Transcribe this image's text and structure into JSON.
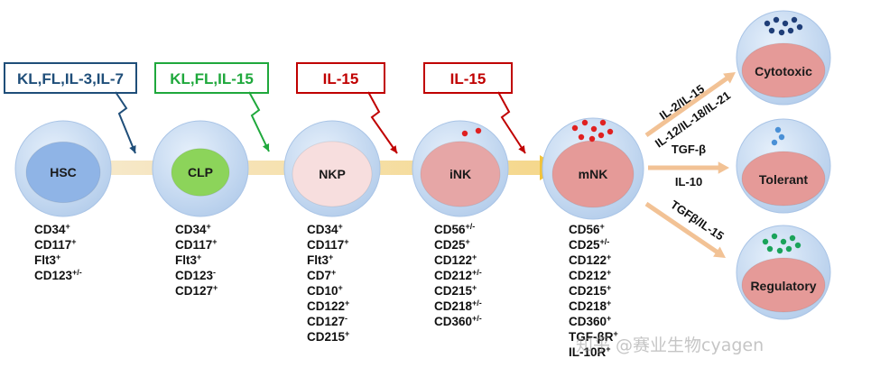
{
  "cytokine_boxes": [
    {
      "text": "KL,FL,IL-3,IL-7",
      "color": "#1f4e79"
    },
    {
      "text": "KL,FL,IL-15",
      "color": "#1fa83c"
    },
    {
      "text": "IL-15",
      "color": "#c00000"
    },
    {
      "text": "IL-15",
      "color": "#c00000"
    }
  ],
  "cells": [
    {
      "name": "HSC",
      "nucleus_color": "#8fb4e6"
    },
    {
      "name": "CLP",
      "nucleus_color": "#8cd45a"
    },
    {
      "name": "NKP",
      "nucleus_color": "#f7dede"
    },
    {
      "name": "iNK",
      "nucleus_color": "#e6a6a6"
    },
    {
      "name": "mNK",
      "nucleus_color": "#e59a98"
    }
  ],
  "markers": [
    [
      {
        "m": "CD34",
        "s": "+"
      },
      {
        "m": "CD117",
        "s": "+"
      },
      {
        "m": "Flt3",
        "s": "+"
      },
      {
        "m": "CD123",
        "s": "+/-"
      }
    ],
    [
      {
        "m": "CD34",
        "s": "+"
      },
      {
        "m": "CD117",
        "s": "+"
      },
      {
        "m": "Flt3",
        "s": "+"
      },
      {
        "m": "CD123",
        "s": "-"
      },
      {
        "m": "CD127",
        "s": "+"
      }
    ],
    [
      {
        "m": "CD34",
        "s": "+"
      },
      {
        "m": "CD117",
        "s": "+"
      },
      {
        "m": "Flt3",
        "s": "+"
      },
      {
        "m": "CD7",
        "s": "+"
      },
      {
        "m": "CD10",
        "s": "+"
      },
      {
        "m": "CD122",
        "s": "+"
      },
      {
        "m": "CD127",
        "s": "-"
      },
      {
        "m": "CD215",
        "s": "+"
      }
    ],
    [
      {
        "m": "CD56",
        "s": "+/-"
      },
      {
        "m": "CD25",
        "s": "+"
      },
      {
        "m": "CD122",
        "s": "+"
      },
      {
        "m": "CD212",
        "s": "+/-"
      },
      {
        "m": "CD215",
        "s": "+"
      },
      {
        "m": "CD218",
        "s": "+/-"
      },
      {
        "m": "CD360",
        "s": "+/-"
      }
    ],
    [
      {
        "m": "CD56",
        "s": "+"
      },
      {
        "m": "CD25",
        "s": "+/-"
      },
      {
        "m": "CD122",
        "s": "+"
      },
      {
        "m": "CD212",
        "s": "+"
      },
      {
        "m": "CD215",
        "s": "+"
      },
      {
        "m": "CD218",
        "s": "+"
      },
      {
        "m": "CD360",
        "s": "+"
      },
      {
        "m": "TGF-βR",
        "s": "+"
      },
      {
        "m": "IL-10R",
        "s": "+"
      }
    ]
  ],
  "arrows": [
    {
      "lines": [
        "IL-2/IL-15",
        "IL-12/IL-18/IL-21"
      ]
    },
    {
      "lines": [
        "TGF-β",
        "IL-10"
      ]
    },
    {
      "lines": [
        "TGFβ/IL-15"
      ]
    }
  ],
  "states": [
    {
      "name": "Cytotoxic",
      "granule_color": "#1f3e78"
    },
    {
      "name": "Tolerant",
      "granule_color": "#4a90d6"
    },
    {
      "name": "Regulatory",
      "granule_color": "#1aa35a"
    }
  ],
  "colors": {
    "cell_outer": "#c6daf2",
    "cell_outer_edge": "#a9c4e6",
    "granule_red": "#e02020",
    "flow_band": "#f3e3b4",
    "flow_arrow": "#f2c33a",
    "branch_arrow": "#f2c295"
  },
  "watermark": "知乎 @赛业生物cyagen"
}
